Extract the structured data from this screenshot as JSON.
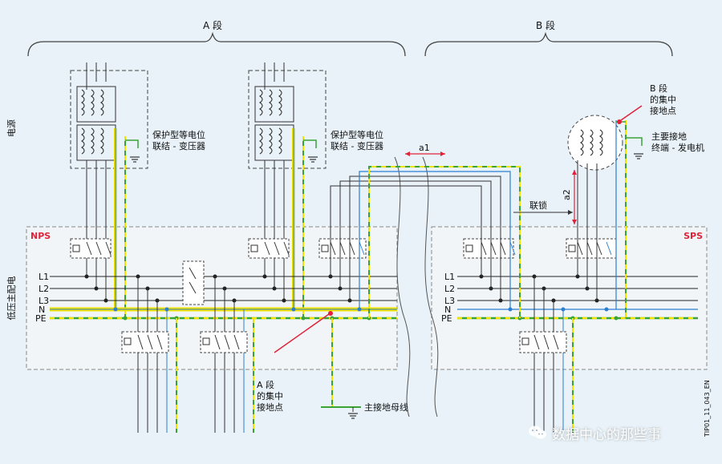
{
  "section_a": {
    "title": "A 段"
  },
  "section_b": {
    "title": "B 段"
  },
  "side_labels": {
    "power_source": "电源",
    "lv_distribution": "低压主配电"
  },
  "panels": {
    "nps": "NPS",
    "sps": "SPS"
  },
  "bus_labels": [
    "L1",
    "L2",
    "L3",
    "N",
    "PE"
  ],
  "annotations": {
    "transformer_bonding": [
      "保护型等电位",
      "联结 - 变压器"
    ],
    "b_central_ground": [
      "B 段",
      "的集中",
      "接地点"
    ],
    "main_ground_terminal": [
      "主要接地",
      "终端 - 发电机"
    ],
    "interlock": "联锁",
    "a_central_ground": [
      "A 段",
      "的集中",
      "接地点"
    ],
    "main_earth_bus": "主接地母线",
    "dim_a1": "a1",
    "dim_a2": "a2",
    "figure_code": "TIP01_11_043_EN"
  },
  "watermark": {
    "text": "数据中心的那些事"
  },
  "colors": {
    "neutral": "#f2e200",
    "pe_dash": "#f2e200",
    "pe_green": "#3aa335",
    "blue": "#2a7fd1",
    "red": "#e0223a",
    "panel_fill": "#f1f5f8"
  }
}
